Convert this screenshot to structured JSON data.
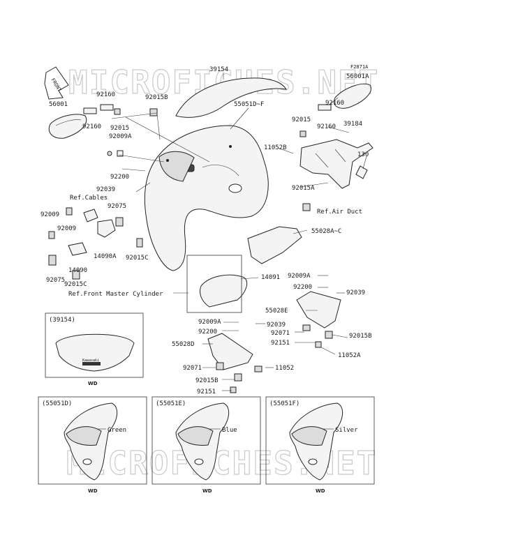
{
  "figure_code": "F2871A",
  "watermark": "MICROFICHES.NET",
  "front_label": "FRONT",
  "labels": {
    "l39154": "39154",
    "l56001": "56001",
    "l92160a": "92160",
    "l92160b": "92160",
    "l92015b_top": "92015B",
    "l92015": "92015",
    "l92009a_top": "92009A",
    "l55051": "55051D~F",
    "l56001a": "56001A",
    "l92160c": "92160",
    "l92015_r": "92015",
    "l92160d": "92160",
    "l39184": "39184",
    "l11052b": "11052B",
    "l130": "130",
    "l92200_top": "92200",
    "l92039_top": "92039",
    "ref_cables": "Ref.Cables",
    "l92075a": "92075",
    "l92015a": "92015A",
    "ref_air_duct": "Ref.Air Duct",
    "l92009a": "92009",
    "l92009b": "92009",
    "l14090a": "14090A",
    "l92015c_a": "92015C",
    "l55028ac": "55028A~C",
    "l14090": "14090",
    "l92075b": "92075",
    "l92015c_b": "92015C",
    "l14091": "14091",
    "ref_master_cyl": "Ref.Front Master Cylinder",
    "l92009a_r": "92009A",
    "l92200_r": "92200",
    "l92039_r": "92039",
    "l55028e": "55028E",
    "l92015b_r": "92015B",
    "l92009a_m": "92009A",
    "l92039_m": "92039",
    "l92200_m": "92200",
    "l92071_m": "92071",
    "l92151_m": "92151",
    "l11052a": "11052A",
    "l55028d": "55028D",
    "l92071_l": "92071",
    "l11052": "11052",
    "l92015b_b": "92015B",
    "l92151_b": "92151"
  },
  "insets": {
    "windshield": {
      "code": "(39154)",
      "footer": "WD",
      "stamp": "Kawasaki"
    },
    "cowl_d": {
      "code": "(55051D)",
      "color": "Green",
      "footer": "WD"
    },
    "cowl_e": {
      "code": "(55051E)",
      "color": "Blue",
      "footer": "WD"
    },
    "cowl_f": {
      "code": "(55051F)",
      "color": "Silver",
      "footer": "WD"
    }
  }
}
